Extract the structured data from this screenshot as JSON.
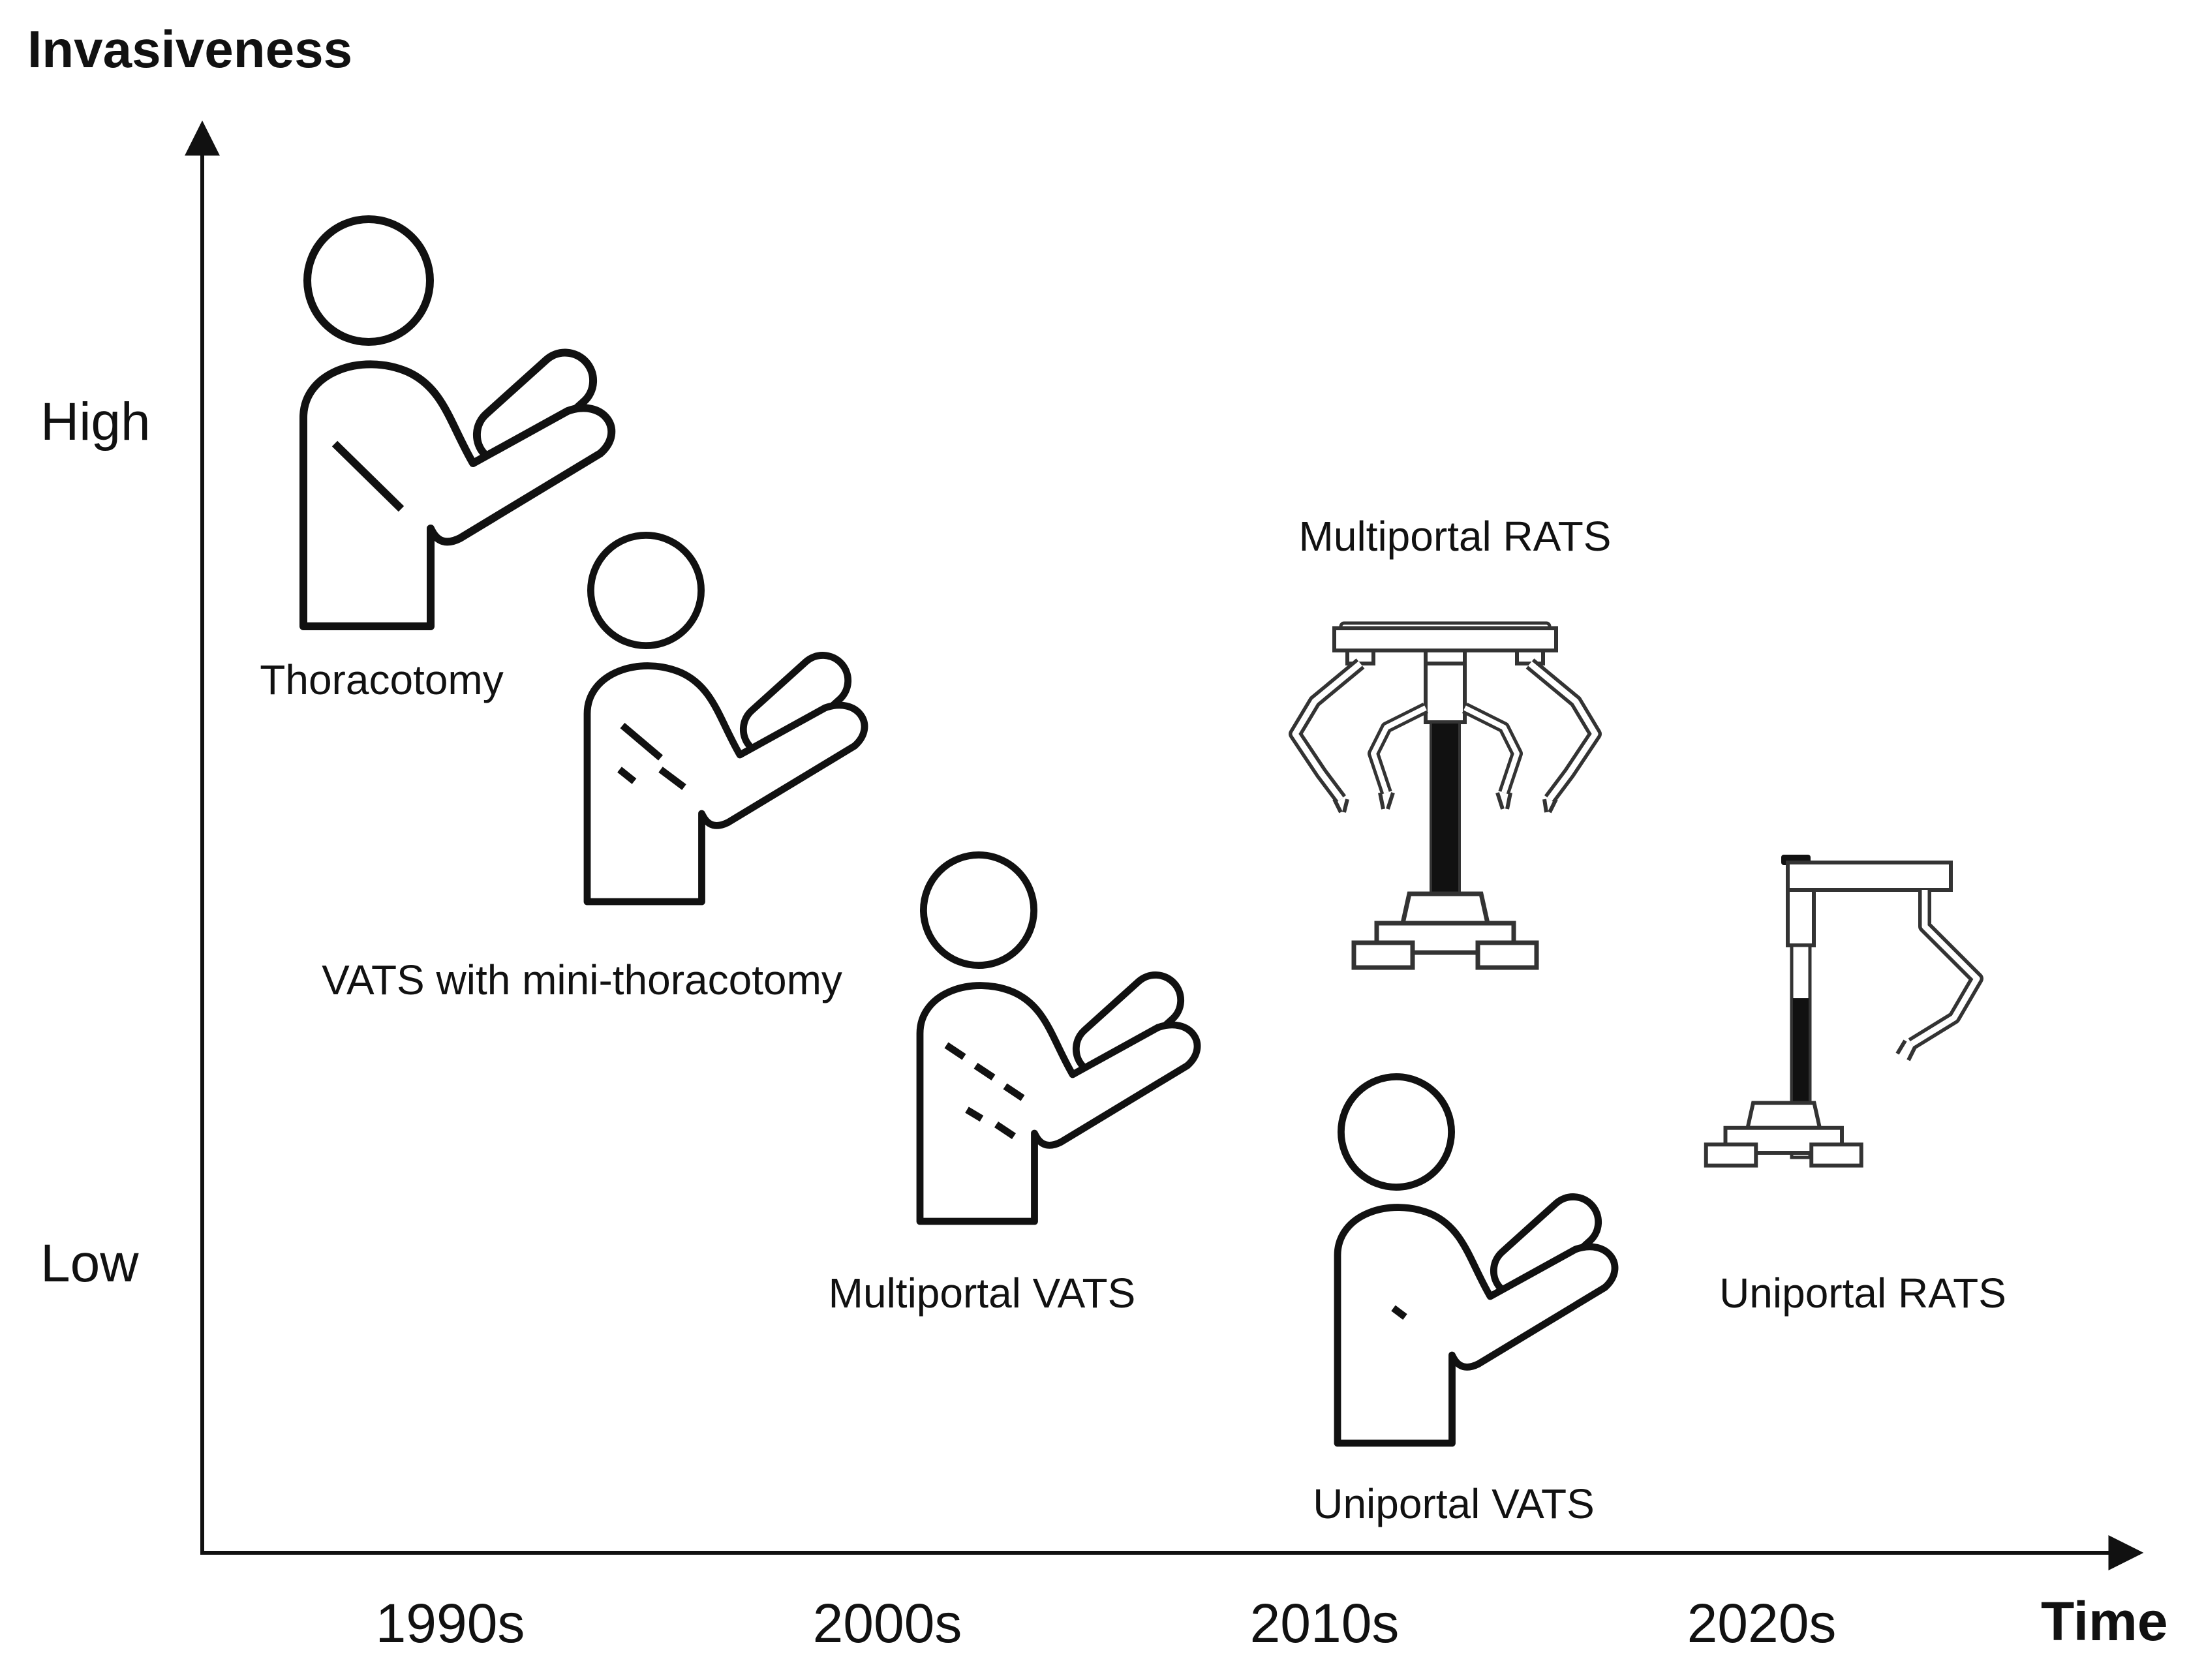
{
  "axes": {
    "y_title": "Invasiveness",
    "x_title": "Time",
    "y_levels": {
      "high": "High",
      "low": "Low"
    },
    "x_ticks": [
      "1990s",
      "2000s",
      "2010s",
      "2020s"
    ]
  },
  "methods": {
    "thoracotomy": "Thoracotomy",
    "vats_mini": "VATS with mini-thoracotomy",
    "multiportal_vats": "Multiportal VATS",
    "multiportal_rats": "Multiportal RATS",
    "uniportal_vats": "Uniportal VATS",
    "uniportal_rats": "Uniportal RATS"
  },
  "icons": [
    "person-thoracotomy-icon",
    "person-vats-mini-icon",
    "person-multiportal-vats-icon",
    "person-uniportal-vats-icon",
    "robot-multiportal-icon",
    "robot-uniportal-icon"
  ]
}
